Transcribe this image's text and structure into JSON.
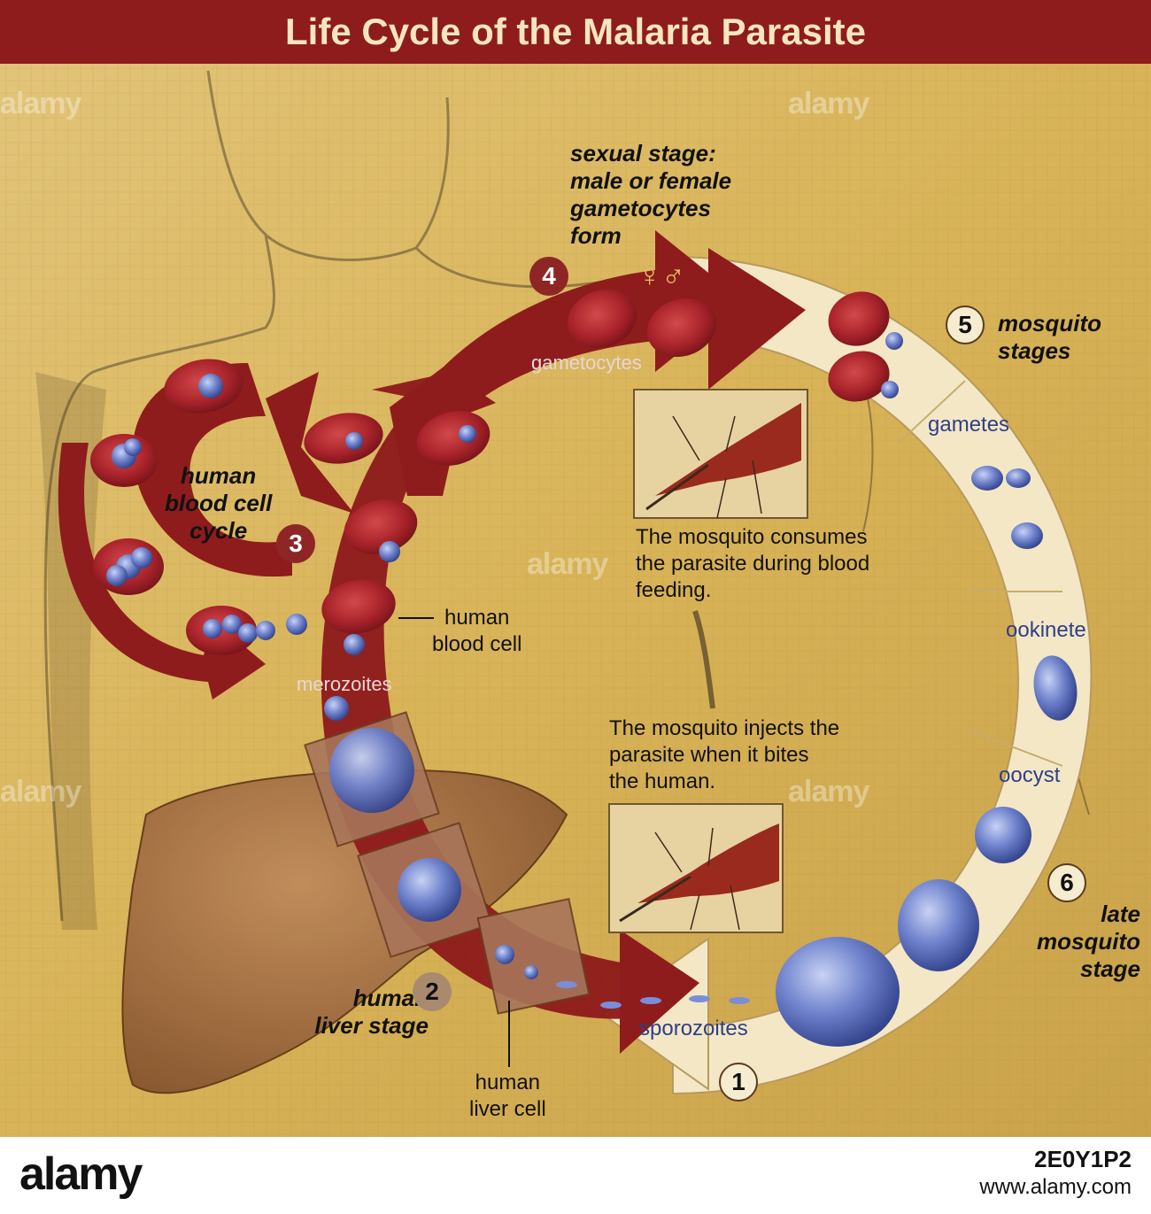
{
  "title": "Life Cycle of the Malaria Parasite",
  "stages": {
    "s1": {
      "number": "1"
    },
    "s2": {
      "number": "2",
      "label_line1": "human",
      "label_line2": "liver stage"
    },
    "s3": {
      "number": "3",
      "label_line1": "human",
      "label_line2": "blood cell",
      "label_line3": "cycle"
    },
    "s4": {
      "number": "4",
      "label_line1": "sexual stage:",
      "label_line2": "male or female",
      "label_line3": "gametocytes",
      "label_line4": "form"
    },
    "s5": {
      "number": "5",
      "label_line1": "mosquito",
      "label_line2": "stages"
    },
    "s6": {
      "number": "6",
      "label_line1": "late",
      "label_line2": "mosquito",
      "label_line3": "stage"
    }
  },
  "labels": {
    "gametocytes": "gametocytes",
    "merozoites": "merozoites",
    "sporozoites": "sporozoites",
    "gametes": "gametes",
    "ookinete": "ookinete",
    "oocyst": "oocyst",
    "human_blood_cell_1": "human",
    "human_blood_cell_2": "blood cell",
    "human_liver_cell_1": "human",
    "human_liver_cell_2": "liver cell",
    "gender_symbols": "♀♂"
  },
  "captions": {
    "consumes_1": "The mosquito consumes",
    "consumes_2": "the parasite during blood",
    "consumes_3": "feeding.",
    "injects_1": "The mosquito injects the",
    "injects_2": "parasite when it bites",
    "injects_3": "the human."
  },
  "watermark": {
    "text": "alamy"
  },
  "footer": {
    "logo": "alamy",
    "image_id": "2E0Y1P2",
    "site": "www.alamy.com"
  },
  "colors": {
    "background": "#d9b65c",
    "arrow_red": "#8e1c1c",
    "cream_ring": "#f3e7c6",
    "parasite_blue": "#5b6fc0",
    "blood_cell": "#b0262a",
    "liver": "#9e6a3e"
  }
}
